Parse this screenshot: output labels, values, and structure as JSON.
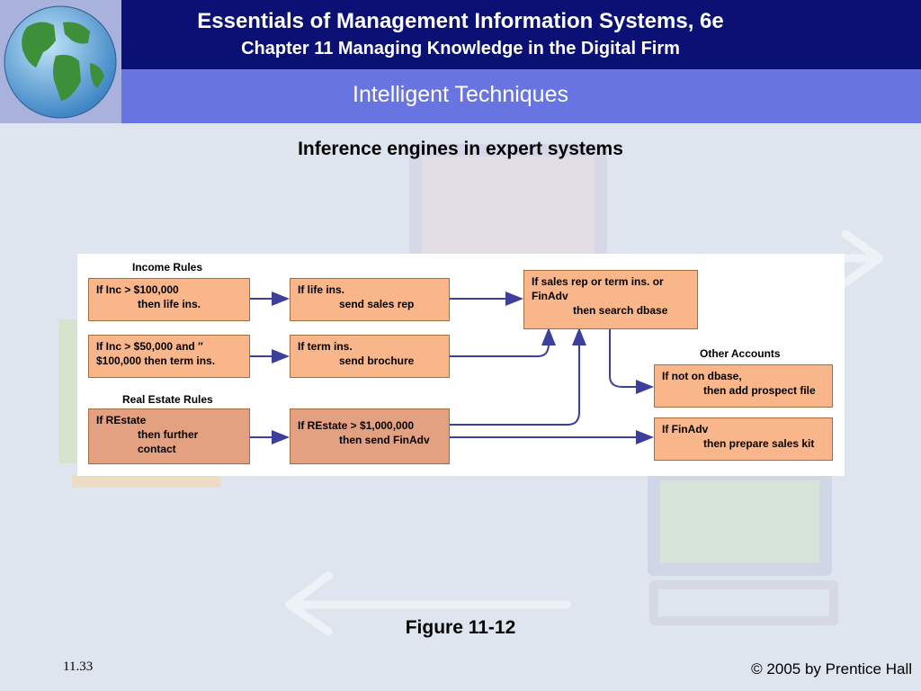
{
  "header": {
    "book_title": "Essentials of Management Information Systems, 6e",
    "chapter_title": "Chapter 11 Managing Knowledge in the Digital Firm",
    "section_title": "Intelligent Techniques"
  },
  "slide": {
    "heading": "Inference engines in expert systems",
    "figure_caption": "Figure 11-12",
    "slide_number": "11.33",
    "copyright": "© 2005 by Prentice Hall"
  },
  "diagram": {
    "group_labels": {
      "income_rules": "Income Rules",
      "real_estate_rules": "Real Estate Rules",
      "other_accounts": "Other Accounts"
    },
    "boxes": {
      "inc_100k": [
        "If Inc > $100,000",
        "then life ins."
      ],
      "inc_50k": [
        "If Inc > $50,000 and ″",
        "$100,000 then term ins."
      ],
      "restate": [
        "If REstate",
        "then further",
        "contact"
      ],
      "life_ins": [
        "If life ins.",
        "send sales rep"
      ],
      "term_ins": [
        "If term ins.",
        "send brochure"
      ],
      "restate_1m": [
        "If REstate > $1,000,000",
        "then send FinAdv"
      ],
      "sales_rep": [
        "If sales rep or term ins. or",
        "FinAdv",
        "then search dbase"
      ],
      "not_dbase": [
        "If not on dbase,",
        "then add prospect file"
      ],
      "finadv": [
        "If FinAdv",
        "then prepare sales kit"
      ]
    },
    "colors": {
      "income_box": "#f8b68a",
      "estate_box": "#e4a181",
      "arrow": "#3c3f9c"
    }
  }
}
